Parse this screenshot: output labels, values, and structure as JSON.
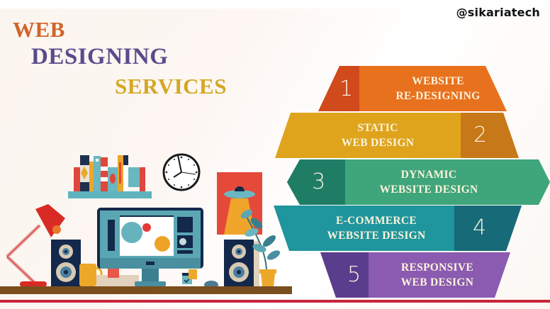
{
  "handle": "@sikariatech",
  "title": {
    "line1": "WEB",
    "line2": "DESIGNING",
    "line3": "SERVICES",
    "colors": {
      "line1": "#d0652a",
      "line2": "#5c4a8c",
      "line3": "#d4a824"
    }
  },
  "services": [
    {
      "number": "1",
      "line1": "WEBSITE",
      "line2": "RE-DESIGNING",
      "color": "#e8711e",
      "accent": "#d14a1b"
    },
    {
      "number": "2",
      "line1": "STATIC",
      "line2": "WEB DESIGN",
      "color": "#dfa41c",
      "accent": "#c77818"
    },
    {
      "number": "3",
      "line1": "DYNAMIC",
      "line2": "WEBSITE DESIGN",
      "color": "#3fa57a",
      "accent": "#1f7d65"
    },
    {
      "number": "4",
      "line1": "E-COMMERCE",
      "line2": "WEBSITE DESIGN",
      "color": "#1f959d",
      "accent": "#176a78"
    },
    {
      "number": "5",
      "line1": "RESPONSIVE",
      "line2": "WEB DESIGN",
      "color": "#8a5bb0",
      "accent": "#5b3d8e"
    }
  ],
  "illustration": {
    "items": [
      "bookshelf",
      "wall-clock",
      "desk-lamp",
      "speaker-left",
      "monitor",
      "coffee-mug",
      "sticky-notes",
      "calendar",
      "mouse",
      "ufo-poster",
      "speaker-right",
      "potted-plant",
      "desk"
    ]
  }
}
